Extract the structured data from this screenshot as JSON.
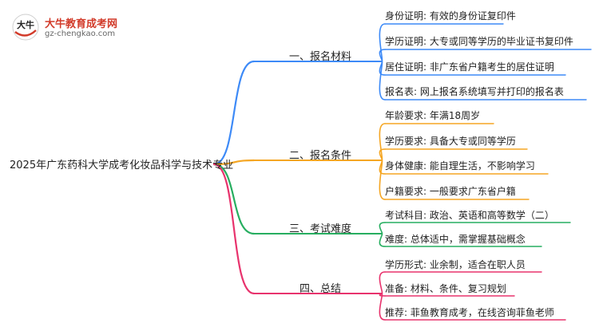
{
  "logo": {
    "title": "大牛教育成考网",
    "url": "gz-chengkao.com",
    "mark_text": "大牛"
  },
  "root": "2025年广东药科大学成考化妆品科学与技术专业",
  "branches": [
    {
      "label": "一、报名材料",
      "color": "#3d8af7",
      "leaves": [
        "身份证明: 有效的身份证复印件",
        "学历证明: 大专或同等学历的毕业证书复印件",
        "居住证明: 非广东省户籍考生的居住证明",
        "报名表: 网上报名系统填写并打印的报名表"
      ]
    },
    {
      "label": "二、报名条件",
      "color": "#f5a623",
      "leaves": [
        "年龄要求: 年满18周岁",
        "学历要求: 具备大专或同等学历",
        "身体健康: 能自理生活，不影响学习",
        "户籍要求: 一般要求广东省户籍"
      ]
    },
    {
      "label": "三、考试难度",
      "color": "#27ae60",
      "leaves": [
        "考试科目: 政治、英语和高等数学（二）",
        "难度: 总体适中，需掌握基础概念"
      ]
    },
    {
      "label": "四、总结",
      "color": "#e8336d",
      "leaves": [
        "学历形式: 业余制，适合在职人员",
        "准备: 材料、条件、复习规划",
        "推荐: 菲鱼教育成考，在线咨询菲鱼老师"
      ]
    }
  ]
}
